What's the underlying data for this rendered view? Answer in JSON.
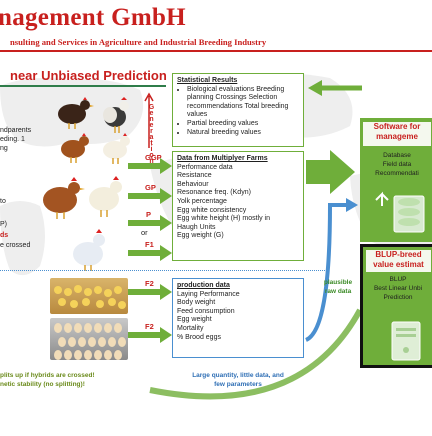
{
  "header": {
    "company": "nagement GmbH",
    "subtitle": "nsulting and Services in Agriculture and Industrial Breeding Industry"
  },
  "main": {
    "title": "near Unbiased Prediction",
    "generation_label": "Generation",
    "left_notes": [
      "ndparents",
      "eding. 1",
      "ng",
      "to",
      "P)",
      "ds",
      "e crossed"
    ],
    "levels": {
      "ggp": "GGP",
      "gp": "GP",
      "p": "P",
      "or": "or",
      "f1": "F1",
      "f2a": "F2",
      "f2b": "F2"
    },
    "footer_left": [
      "plits up if hybrids are crossed!",
      "netic stability (no splitting)!"
    ],
    "footer_mid": [
      "Large quantity, little data, and",
      "few parameters"
    ],
    "plausible": [
      "plausible",
      "raw data"
    ]
  },
  "stats_box": {
    "title": "Statistical Results",
    "items": [
      "Biological evaluations Breeding planning Crossings Selection recommendations Total breeding values",
      "Partial breeding values",
      "Natural breeding values"
    ]
  },
  "multiplier_box": {
    "title": "Data from Multiplyer Farms",
    "lines": [
      "Performance data",
      "Resistance",
      "Behaviour",
      "Resonance freq. (Kdyn)",
      "Yolk percentage",
      "Egg white consistency",
      "Egg white height (H) mostly in",
      "Haugh Units",
      "Egg weight (G)"
    ]
  },
  "production_box": {
    "title": "production data",
    "lines": [
      "Laying Performance",
      "Body weight",
      "Feed consumption",
      "Egg weight",
      "Mortality",
      "% Brood eggs"
    ]
  },
  "right_panel": {
    "software_title": [
      "Software for",
      "manageme"
    ],
    "software_items": [
      "Database",
      "Field data",
      "Recommendati"
    ],
    "blup_title": [
      "BLUP-breed",
      "value estimat"
    ],
    "blup_items": [
      "BLUP",
      "Best Linear Unbi",
      "Prediction"
    ]
  },
  "colors": {
    "accent_red": "#c8201e",
    "green": "#6fae3a",
    "blue": "#4a8fd0"
  }
}
